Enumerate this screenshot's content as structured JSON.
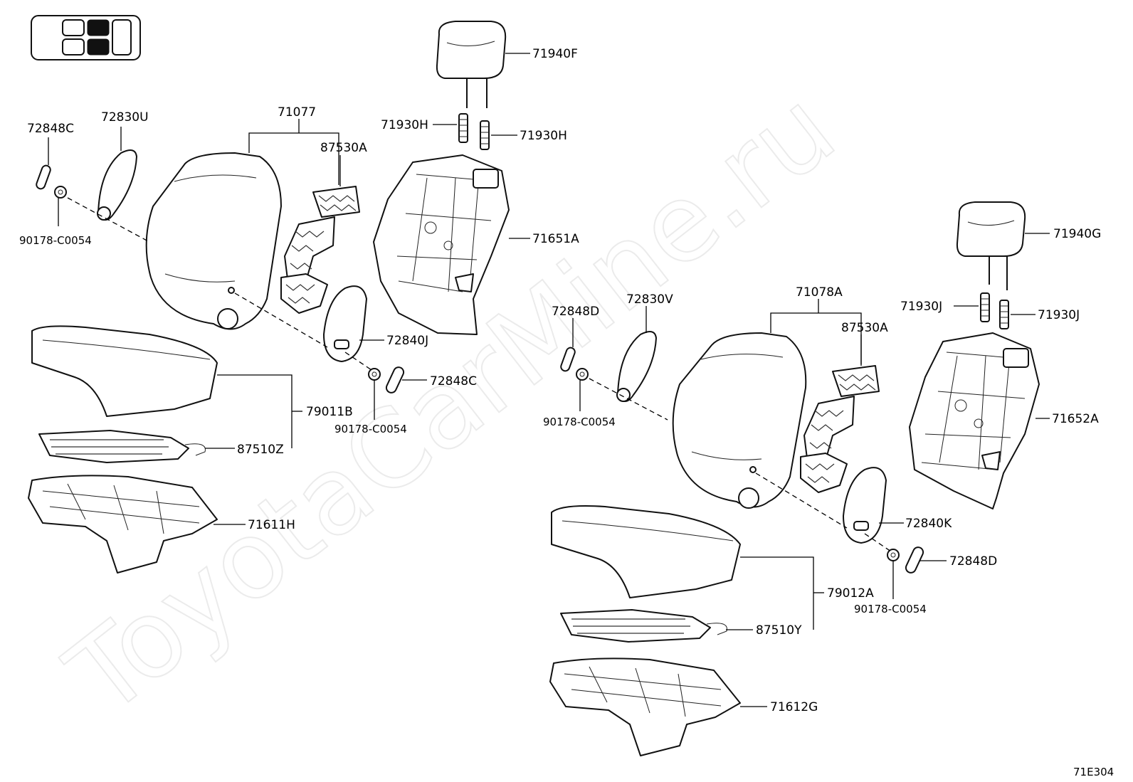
{
  "watermark": "ToyotaCarMine.ru",
  "diagram_code": "71E304",
  "labels": {
    "p71940F": "71940F",
    "p71930H_a": "71930H",
    "p71930H_b": "71930H",
    "p71077": "71077",
    "p87530A_l": "87530A",
    "p72830U": "72830U",
    "p72848C_a": "72848C",
    "p90178_a": "90178-C0054",
    "p71651A": "71651A",
    "p72840J": "72840J",
    "p72848C_b": "72848C",
    "p90178_b": "90178-C0054",
    "p79011B": "79011B",
    "p87510Z": "87510Z",
    "p71611H": "71611H",
    "p71940G": "71940G",
    "p71930J_a": "71930J",
    "p71930J_b": "71930J",
    "p71078A": "71078A",
    "p87530A_r": "87530A",
    "p72830V": "72830V",
    "p72848D_a": "72848D",
    "p90178_c": "90178-C0054",
    "p71652A": "71652A",
    "p72840K": "72840K",
    "p72848D_b": "72848D",
    "p90178_d": "90178-C0054",
    "p79012A": "79012A",
    "p87510Y": "87510Y",
    "p71612G": "71612G"
  }
}
